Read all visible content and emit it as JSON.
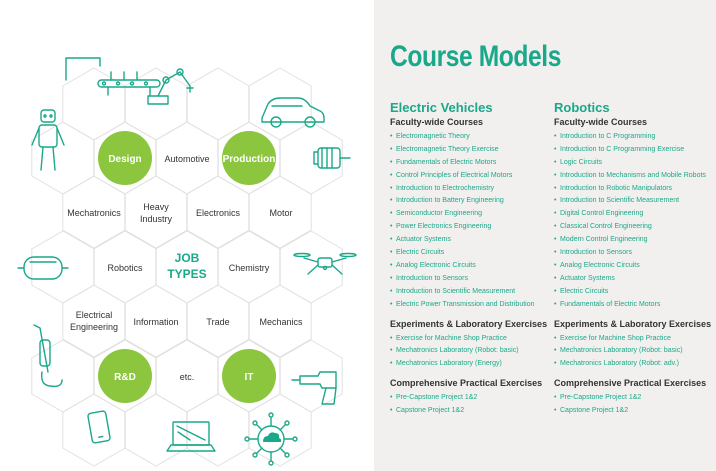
{
  "diagram": {
    "center_line1": "JOB",
    "center_line2": "TYPES",
    "cells": {
      "design": "Design",
      "automotive": "Automotive",
      "production": "Production",
      "mechatronics": "Mechatronics",
      "heavy_line1": "Heavy",
      "heavy_line2": "Industry",
      "electronics": "Electronics",
      "motor": "Motor",
      "robotics": "Robotics",
      "chemistry": "Chemistry",
      "electrical_line1": "Electrical",
      "electrical_line2": "Engineering",
      "information": "Information",
      "trade": "Trade",
      "mechanics": "Mechanics",
      "rnd": "R&D",
      "etc": "etc.",
      "it": "IT"
    },
    "colors": {
      "accent_fill": "#8cc63f",
      "line": "#1aa88a",
      "hex_border": "#e1e1e1"
    },
    "icons": [
      "conveyor-icon",
      "robot-arm-icon",
      "car-icon",
      "humanoid-robot-icon",
      "motor-icon",
      "vr-headset-icon",
      "drone-icon",
      "vacuum-cleaner-icon",
      "drill-icon",
      "smartphone-icon",
      "laptop-icon",
      "cloud-network-icon"
    ]
  },
  "page_title": "Course Models",
  "electric_vehicles": {
    "heading": "Electric Vehicles",
    "faculty_heading": "Faculty-wide Courses",
    "faculty_courses": [
      "Electromagnetic Theory",
      "Electromagnetic Theory Exercise",
      "Fundamentals of Electric Motors",
      "Control Principles of Electrical Motors",
      "Introduction to Electrochemistry",
      "Introduction to Battery Engineering",
      "Semiconductor Engineering",
      "Power Electronics Engineering",
      "Actuator Systems",
      "Electric Circuits",
      "Analog Electronic Circuits",
      "Introduction to Sensors",
      "Introduction to Scientific Measurement",
      "Electric Power Transmission and Distribution"
    ],
    "lab_heading": "Experiments & Laboratory Exercises",
    "lab_courses": [
      "Exercise for Machine Shop Practice",
      "Mechatronics Laboratory (Robot: basic)",
      "Mechatronics Laboratory (Energy)"
    ],
    "practical_heading": "Comprehensive Practical Exercises",
    "practical_courses": [
      "Pre-Capstone Project 1&2",
      "Capstone Project 1&2"
    ]
  },
  "robotics": {
    "heading": "Robotics",
    "faculty_heading": "Faculty-wide Courses",
    "faculty_courses": [
      "Introduction to C Programming",
      "Introduction to C Programming Exercise",
      "Logic Circuits",
      "Introduction to Mechanisms and Mobile Robots",
      "Introduction to Robotic Manipulators",
      "Introduction to Scientific Measurement",
      "Digital Control Engineering",
      "Classical Control Engineering",
      "Modern Control Engineering",
      "Introduction to Sensors",
      "Analog Electronic Circuits",
      "Actuator Systems",
      "Electric Circuits",
      "Fundamentals of Electric Motors"
    ],
    "lab_heading": "Experiments & Laboratory Exercises",
    "lab_courses": [
      "Exercise for Machine Shop Practice",
      "Mechatronics Laboratory (Robot: basic)",
      "Mechatronics Laboratory (Robot: adv.)"
    ],
    "practical_heading": "Comprehensive Practical Exercises",
    "practical_courses": [
      "Pre-Capstone Project 1&2",
      "Capstone Project 1&2"
    ]
  }
}
